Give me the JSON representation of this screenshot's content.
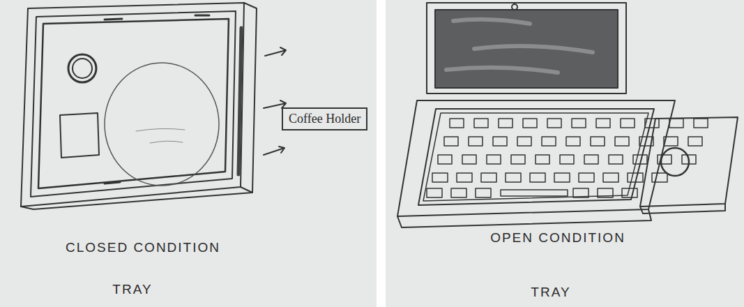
{
  "diagram": {
    "nodes": [
      {
        "text": [
          "Coffee Holder"
        ]
      }
    ],
    "labels": [
      "CLOSED CONDITION",
      "TRAY",
      "OPEN CONDITION",
      "TRAY"
    ]
  }
}
